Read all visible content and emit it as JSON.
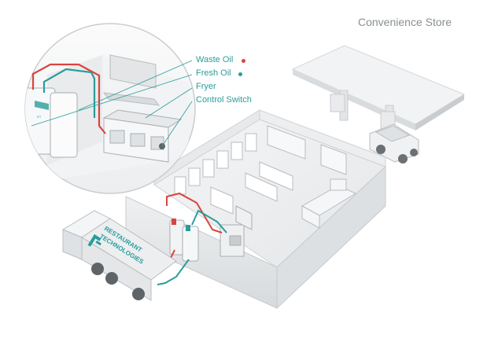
{
  "title": "Convenience Store",
  "legend": {
    "waste_oil": "Waste Oil",
    "fresh_oil": "Fresh Oil",
    "fryer": "Fryer",
    "control_switch": "Control Switch"
  },
  "colors": {
    "waste_oil": "#d9443f",
    "fresh_oil": "#2a9d9b",
    "label_text": "#2a9d9b",
    "title_text": "#8a8f93"
  },
  "truck_brand": {
    "line1": "RESTAURANT",
    "line2": "TECHNOLOGIES"
  }
}
